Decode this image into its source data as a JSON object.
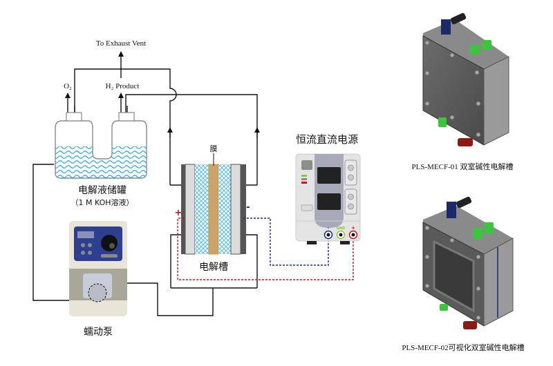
{
  "labels": {
    "exhaust": "To Exhaust Vent",
    "o2": "O₂",
    "h2": "H₂ Product",
    "reservoir_title": "电解液储罐",
    "reservoir_sub": "（1 M KOH溶液）",
    "membrane": "膜",
    "cell": "电解槽",
    "pump": "蠕动泵",
    "psu_title": "恒流直流电源",
    "psu_minus": "-",
    "psu_gnd": "GND",
    "psu_plus": "+",
    "cell_plus": "+",
    "cell_minus": "-",
    "product1": "PLS-MECF-01 双室碱性电解槽",
    "product2": "PLS-MECF-02可视化双室碱性电解槽"
  },
  "colors": {
    "line": "#111111",
    "positive": "#d0101c",
    "negative": "#1a2a8a",
    "electrolyte": "#29a3e0",
    "membrane": "#c9a46a",
    "gnd": "#8cc63f",
    "fitting_green": "#3cc43c",
    "fitting_red": "#8a1a14",
    "pump_panel": "#2e3f8f"
  }
}
